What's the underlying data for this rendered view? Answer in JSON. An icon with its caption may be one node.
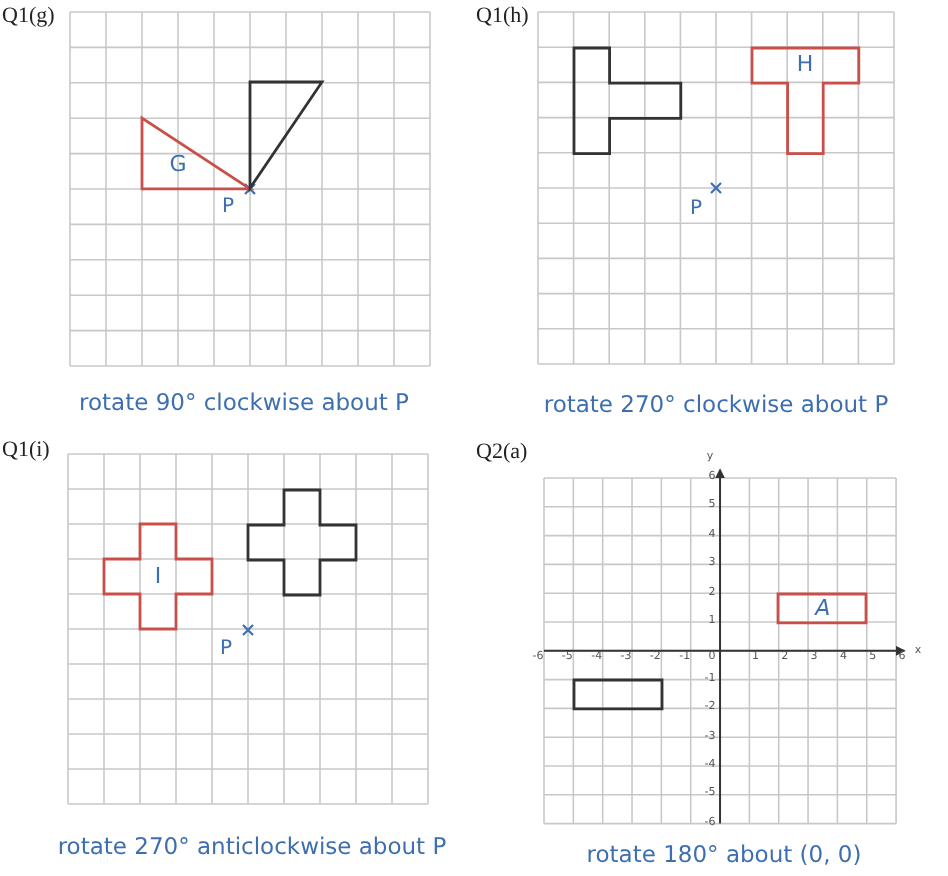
{
  "diagram": {
    "nodes": [
      {
        "text": [
          "G"
        ]
      },
      {
        "text": [],
        "shape": "triangle"
      },
      {
        "text": [],
        "shape": "tee"
      },
      {
        "text": [
          "H"
        ]
      },
      {
        "text": [
          "I"
        ]
      },
      {
        "text": [],
        "shape": "cross"
      },
      {
        "text": [
          "A"
        ]
      },
      {
        "text": [],
        "shape": "box"
      }
    ],
    "labels": [
      "Q1(g)",
      "P",
      "rotate 90° clockwise about P",
      "Q1(h)",
      "P",
      "rotate 270° clockwise about P",
      "Q1(i)",
      "P",
      "rotate 270° anticlockwise about P",
      "Q2(a)",
      "y",
      "6",
      "5",
      "4",
      "3",
      "2",
      "1",
      "-6",
      "-5",
      "-4",
      "-3",
      "-2",
      "-1",
      "0",
      "1",
      "2",
      "3",
      "4",
      "5",
      "6",
      "x",
      "-1",
      "-2",
      "-3",
      "-4",
      "-5",
      "-6",
      "rotate 180° about (0, 0)"
    ]
  }
}
